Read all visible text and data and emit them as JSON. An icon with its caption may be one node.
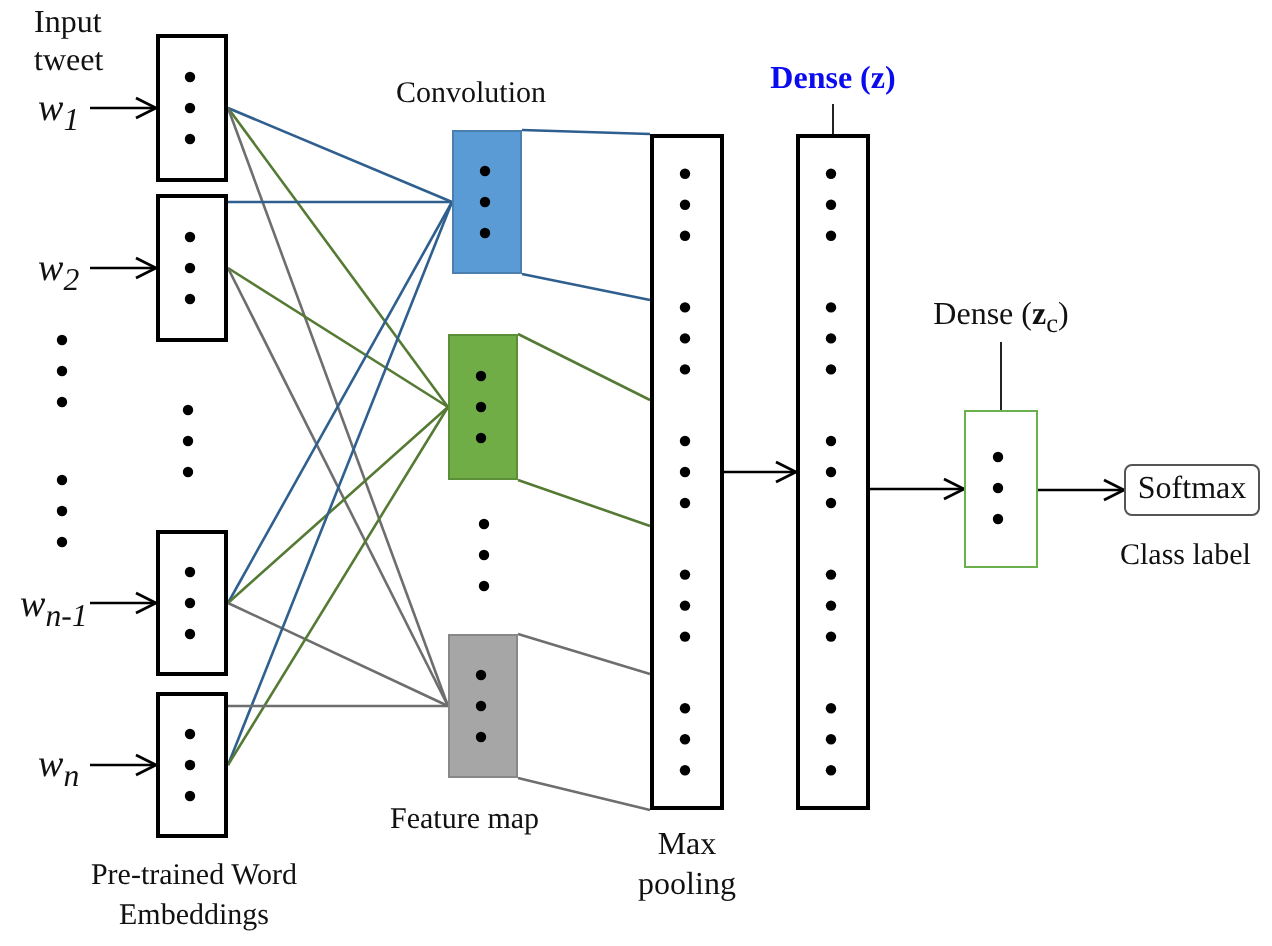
{
  "diagram": {
    "nodes": [
      {
        "text": [
          "w$_{1}$"
        ]
      },
      {
        "text": [],
        "shape": "box"
      },
      {
        "text": [
          "w$_{2}$"
        ]
      },
      {
        "text": [],
        "shape": "box"
      },
      {
        "text": [
          "w$_{n-1}$"
        ]
      },
      {
        "text": [],
        "shape": "box"
      },
      {
        "text": [
          "w$_{n}$"
        ]
      },
      {
        "text": [],
        "shape": "box"
      },
      {
        "text": [],
        "shape": "box"
      },
      {
        "text": [],
        "shape": "box"
      },
      {
        "text": [],
        "shape": "box"
      },
      {
        "text": [
          "Max pooling"
        ]
      },
      {
        "text": [
          "Dense (z)"
        ]
      },
      {
        "text": [
          "Dense (**z**$_{c}$)"
        ]
      },
      {
        "text": [
          "Softmax"
        ],
        "beside": [
          "Class label"
        ]
      }
    ],
    "edges": [
      {
        "from": 0,
        "to": 1,
        "arrow": "to"
      },
      {
        "from": 2,
        "to": 3,
        "arrow": "to"
      },
      {
        "from": 4,
        "to": 5,
        "arrow": "to"
      },
      {
        "from": 6,
        "to": 7,
        "arrow": "to"
      },
      {
        "from": 1,
        "to": 8,
        "arrow": "none",
        "color": "#2f5f8f"
      },
      {
        "from": 1,
        "to": 9,
        "arrow": "none",
        "color": "#557a33"
      },
      {
        "from": 1,
        "to": 10,
        "arrow": "none",
        "color": "#6e6e6e"
      },
      {
        "from": 3,
        "to": 8,
        "arrow": "none",
        "color": "#2f5f8f"
      },
      {
        "from": 3,
        "to": 9,
        "arrow": "none",
        "color": "#557a33"
      },
      {
        "from": 3,
        "to": 10,
        "arrow": "none",
        "color": "#6e6e6e"
      },
      {
        "from": 5,
        "to": 8,
        "arrow": "none",
        "color": "#2f5f8f"
      },
      {
        "from": 5,
        "to": 9,
        "arrow": "none",
        "color": "#557a33"
      },
      {
        "from": 5,
        "to": 10,
        "arrow": "none",
        "color": "#6e6e6e"
      },
      {
        "from": 7,
        "to": 8,
        "arrow": "none",
        "color": "#2f5f8f"
      },
      {
        "from": 7,
        "to": 9,
        "arrow": "none",
        "color": "#557a33"
      },
      {
        "from": 7,
        "to": 10,
        "arrow": "none",
        "color": "#6e6e6e"
      },
      {
        "from": 8,
        "to": 11,
        "arrow": "none",
        "color": "#2f5f8f"
      },
      {
        "from": 9,
        "to": 11,
        "arrow": "none",
        "color": "#557a33"
      },
      {
        "from": 10,
        "to": 11,
        "arrow": "none",
        "color": "#6e6e6e"
      },
      {
        "from": 11,
        "to": 12,
        "arrow": "to"
      },
      {
        "from": 12,
        "to": 13,
        "arrow": "to"
      },
      {
        "from": 13,
        "to": 14,
        "arrow": "to"
      }
    ],
    "labels": [
      "Input tweet",
      "Convolution",
      "Feature map",
      "Pre-trained Word Embeddings"
    ]
  }
}
